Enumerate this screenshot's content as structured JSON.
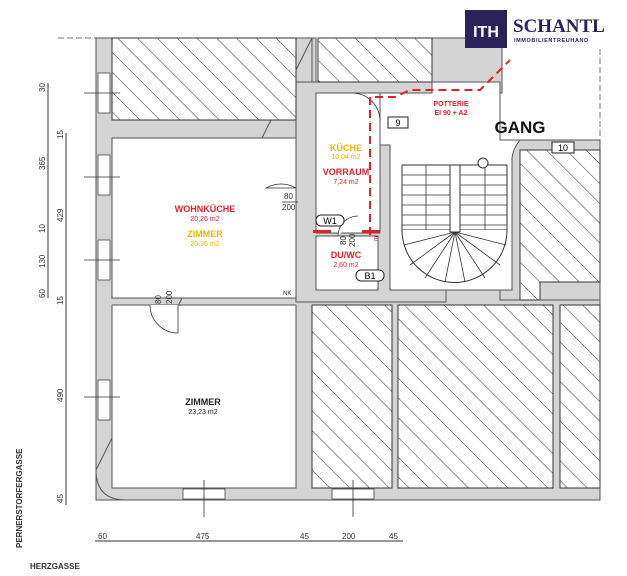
{
  "logo": {
    "monogram": "ITH",
    "name": "SCHANTL",
    "subtitle": "IMMOBILIENTREUHAND",
    "color": "#2a2258"
  },
  "rooms": {
    "wohnkueche": {
      "label": "WOHNKÜCHE",
      "area": "20,26 m2"
    },
    "zimmer_alt": {
      "label": "ZIMMER",
      "area": "20,26 m2"
    },
    "zimmer": {
      "label": "ZIMMER",
      "area": "23,23 m2"
    },
    "kueche": {
      "label": "KÜCHE",
      "area": "10,04 m2"
    },
    "vorraum": {
      "label": "VORRAUM",
      "area": "7,24 m2"
    },
    "duwc": {
      "label": "DU/WC",
      "area": "2,60 m2"
    },
    "gang": {
      "label": "GANG"
    }
  },
  "annotations": {
    "potterie_line1": "POTTERIE",
    "potterie_line2": "EI 90 + A2",
    "door_e": "E",
    "nk": "NK",
    "tag_9": "9",
    "tag_10": "10",
    "tag_w1": "W1",
    "tag_b1": "B1",
    "door1_w": "80",
    "door1_h": "200",
    "door2_w": "80",
    "door2_h": "200",
    "door3_w": "80",
    "door3_h": "200"
  },
  "dimensions": {
    "left_outer": [
      "30",
      "365",
      "10",
      "130",
      "60"
    ],
    "left_inner": [
      "15",
      "429",
      "15",
      "490",
      "45"
    ],
    "bottom": [
      "60",
      "475",
      "45",
      "200",
      "45"
    ]
  },
  "streets": {
    "west": "PERNERSTORFERGASSE",
    "south": "HERZGASSE"
  },
  "colors": {
    "red": "#e3202a",
    "yellow": "#f0b400",
    "wall": "#d4d4d4"
  }
}
